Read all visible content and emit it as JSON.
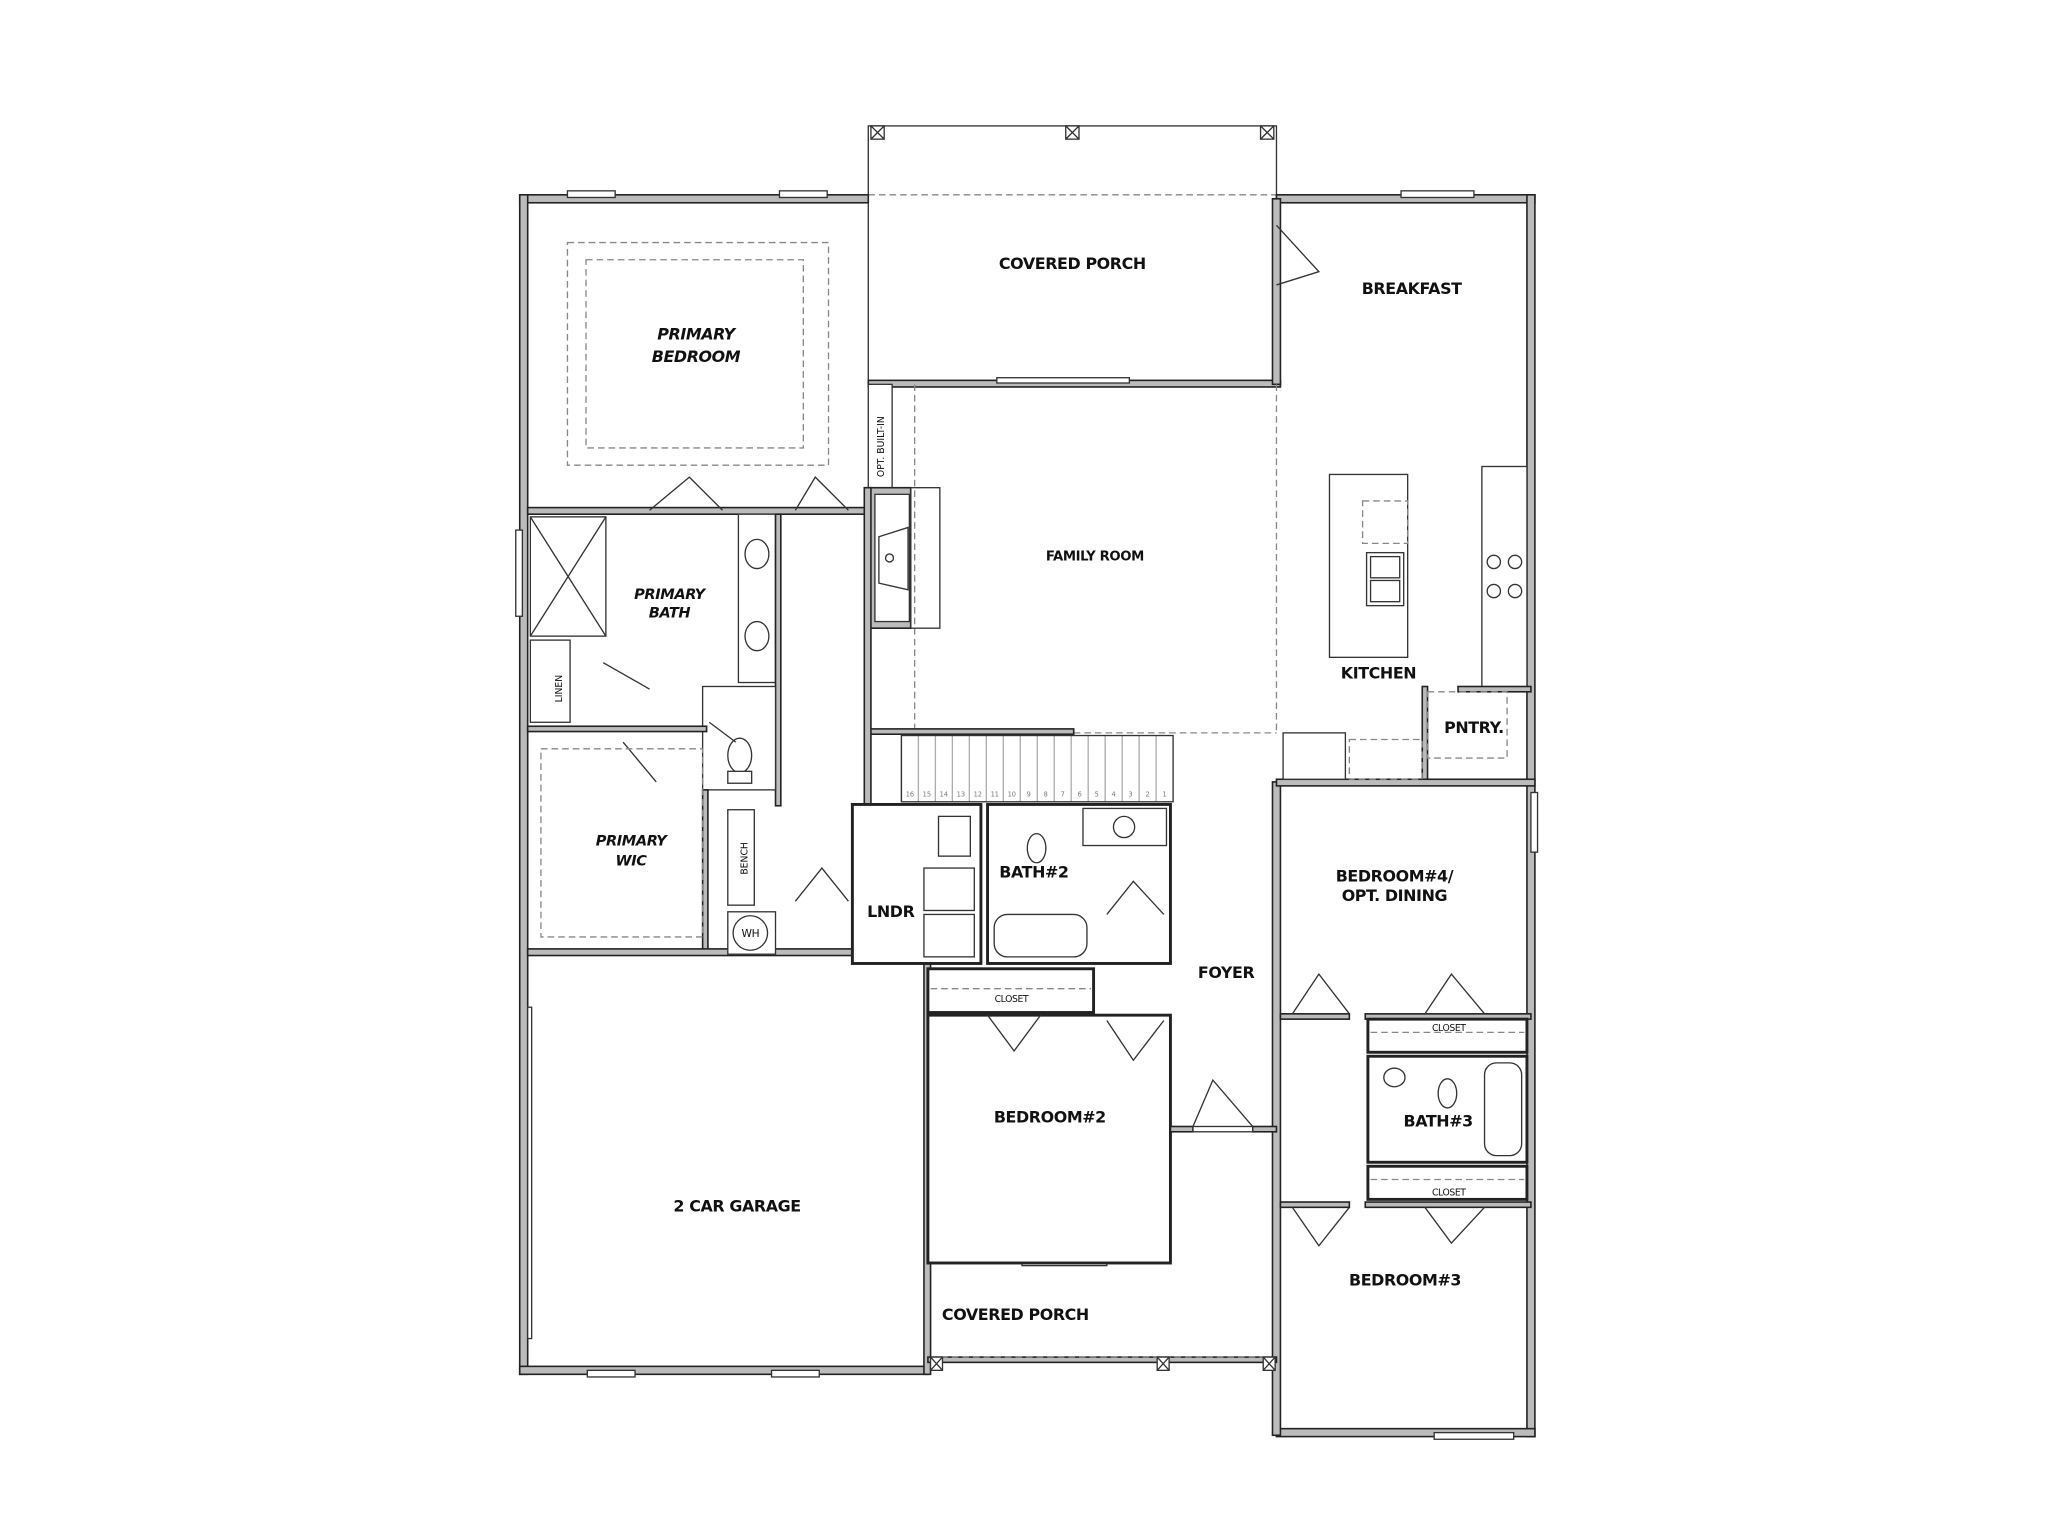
{
  "plan": {
    "rooms": {
      "covered_porch_rear": "COVERED PORCH",
      "breakfast": "BREAKFAST",
      "primary_bedroom": [
        "PRIMARY",
        "BEDROOM"
      ],
      "opt_built_in": "OPT. BUILT-IN",
      "family_room": "FAMILY ROOM",
      "kitchen": "KITCHEN",
      "pantry": "PNTRY.",
      "primary_bath": [
        "PRIMARY",
        "BATH"
      ],
      "linen": "LINEN",
      "primary_wic": [
        "PRIMARY",
        "WIC"
      ],
      "bench": "BENCH",
      "water_heater": "WH",
      "laundry": "LNDR",
      "bath2": "BATH#2",
      "closet_hall": "CLOSET",
      "foyer": "FOYER",
      "bedroom4": [
        "BEDROOM#4/",
        "OPT. DINING"
      ],
      "closet_bed4": "CLOSET",
      "bath3": "BATH#3",
      "closet_bed3": "CLOSET",
      "bedroom2": "BEDROOM#2",
      "garage": "2 CAR GARAGE",
      "covered_porch_front": "COVERED PORCH",
      "bedroom3": "BEDROOM#3"
    },
    "stair_numbers": [
      "16",
      "15",
      "14",
      "13",
      "12",
      "11",
      "10",
      "9",
      "8",
      "7",
      "6",
      "5",
      "4",
      "3",
      "2",
      "1"
    ]
  }
}
